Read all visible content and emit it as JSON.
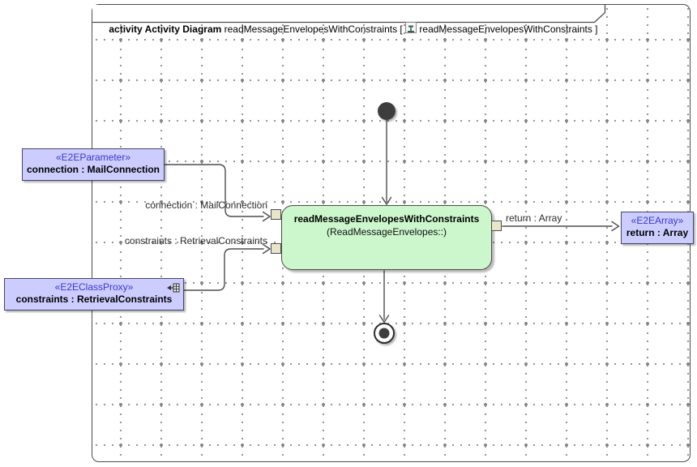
{
  "frame": {
    "title_keyword": "activity Activity Diagram",
    "title_mid": " readMessageEnvelopesWithConstraints [ ",
    "title_end": " readMessageEnvelopesWithConstraints ]"
  },
  "activity": {
    "title": "readMessageEnvelopesWithConstraints",
    "subtitle": "(ReadMessageEnvelopes::)"
  },
  "objects": {
    "param_connection": {
      "stereotype": "«E2EParameter»",
      "name": "connection : MailConnection"
    },
    "proxy_constraints": {
      "stereotype": "«E2EClassProxy»",
      "name": "constraints : RetrievalConstraints"
    },
    "array_return": {
      "stereotype": "«E2EArray»",
      "name": "return : Array"
    }
  },
  "edges": {
    "connection_label": "connection : MailConnection",
    "constraints_label": "constraints : RetrievalConstraints",
    "return_label": "return : Array"
  },
  "colors": {
    "node_fill": "#ccf6cb",
    "object_fill": "#ccccfe",
    "object_border": "#44446e",
    "stereotype_text": "#3a3acd",
    "pin_fill": "#e9e5c9",
    "edge_stroke": "#4d4d4d",
    "grid_dot": "#8a8a8a"
  }
}
